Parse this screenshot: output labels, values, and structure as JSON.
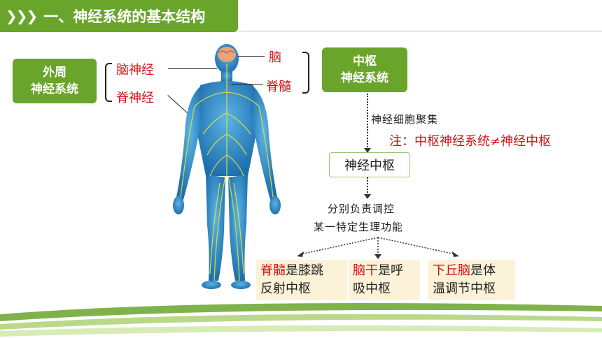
{
  "header": {
    "chevrons": "❯❯❯",
    "title": "一、神经系统的基本结构"
  },
  "left_box": {
    "line1": "外周",
    "line2": "神经系统"
  },
  "left_labels": {
    "brain_nerve": "脑神经",
    "spinal_nerve": "脊神经"
  },
  "right_labels": {
    "brain": "脑",
    "spinal_cord": "脊髓"
  },
  "right_box": {
    "line1": "中枢",
    "line2": "神经系统"
  },
  "flow": {
    "caption1": "神经细胞聚集",
    "note": "注：中枢神经系统≠神经中枢",
    "center_box": "神经中枢",
    "caption2_line1": "分别负责调控",
    "caption2_line2": "某一特定生理功能"
  },
  "bottom_boxes": [
    {
      "red": "脊髓",
      "rest1": "是膝跳",
      "line2": "反射中枢"
    },
    {
      "red": "脑干",
      "rest1": "是呼",
      "line2": "吸中枢"
    },
    {
      "red": "下丘脑",
      "rest1": "是体",
      "line2": "温调节中枢"
    }
  ],
  "colors": {
    "accent_green": "#6aa52b",
    "accent_red": "#d0131a",
    "body_blue": "#2a86c8",
    "nerve_yellow": "#d7e23a"
  }
}
